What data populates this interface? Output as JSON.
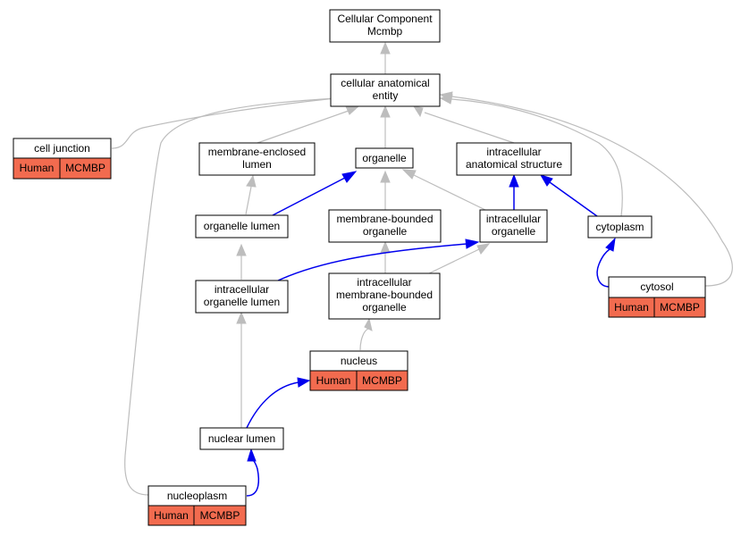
{
  "nodes": {
    "root": [
      "Cellular Component",
      "Mcmbp"
    ],
    "cae": [
      "cellular anatomical",
      "entity"
    ],
    "cell_junction": [
      "cell junction"
    ],
    "membrane_enclosed_lumen": [
      "membrane-enclosed",
      "lumen"
    ],
    "organelle": [
      "organelle"
    ],
    "intracellular_anatomical_structure": [
      "intracellular",
      "anatomical structure"
    ],
    "organelle_lumen": [
      "organelle lumen"
    ],
    "membrane_bounded_organelle": [
      "membrane-bounded",
      "organelle"
    ],
    "intracellular_organelle": [
      "intracellular",
      "organelle"
    ],
    "cytoplasm": [
      "cytoplasm"
    ],
    "intracellular_organelle_lumen": [
      "intracellular",
      "organelle lumen"
    ],
    "intracellular_mbo": [
      "intracellular",
      "membrane-bounded",
      "organelle"
    ],
    "cytosol": [
      "cytosol"
    ],
    "nucleus": [
      "nucleus"
    ],
    "nuclear_lumen": [
      "nuclear lumen"
    ],
    "nucleoplasm": [
      "nucleoplasm"
    ]
  },
  "annotation": {
    "species": "Human",
    "gene": "MCMBP"
  },
  "colors": {
    "annotation_fill": "#f26b4f",
    "is_a_edge": "#bdbdbd",
    "part_of_edge": "#0000ee"
  }
}
